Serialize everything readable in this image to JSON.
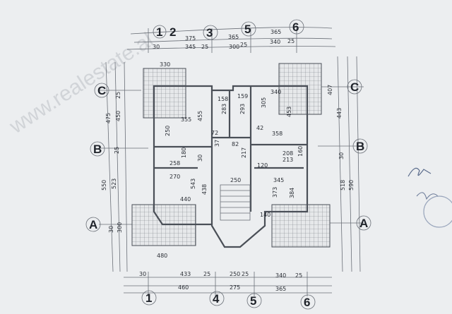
{
  "watermark": "www.realestate.al",
  "axes": {
    "top": [
      "1",
      "2",
      "3",
      "5",
      "6"
    ],
    "bottom": [
      "1",
      "4",
      "5",
      "6"
    ],
    "left": [
      "C",
      "B",
      "A"
    ],
    "right": [
      "C",
      "B",
      "A"
    ]
  },
  "dims": {
    "top_row1": [
      "375",
      "365",
      "365"
    ],
    "top_row2": [
      "30",
      "345",
      "25",
      "300",
      "25",
      "340",
      "25"
    ],
    "bottom_row1": [
      "30",
      "433",
      "25",
      "250",
      "25",
      "340",
      "25"
    ],
    "bottom_row2": [
      "460",
      "275",
      "365"
    ],
    "left_outer": [
      "475",
      "550",
      "300"
    ],
    "left_inner": [
      "25",
      "450",
      "25",
      "523",
      "30"
    ],
    "right_outer": [
      "407",
      "443",
      "30",
      "518",
      "590"
    ],
    "rooms": [
      "330",
      "340",
      "158",
      "159",
      "355",
      "283",
      "293",
      "305",
      "453",
      "250",
      "455",
      "42",
      "358",
      "72",
      "37",
      "82",
      "217",
      "208",
      "180",
      "30",
      "160",
      "213",
      "258",
      "120",
      "270",
      "543",
      "438",
      "250",
      "345",
      "373",
      "384",
      "440",
      "140",
      "480"
    ]
  },
  "signature": "signature"
}
